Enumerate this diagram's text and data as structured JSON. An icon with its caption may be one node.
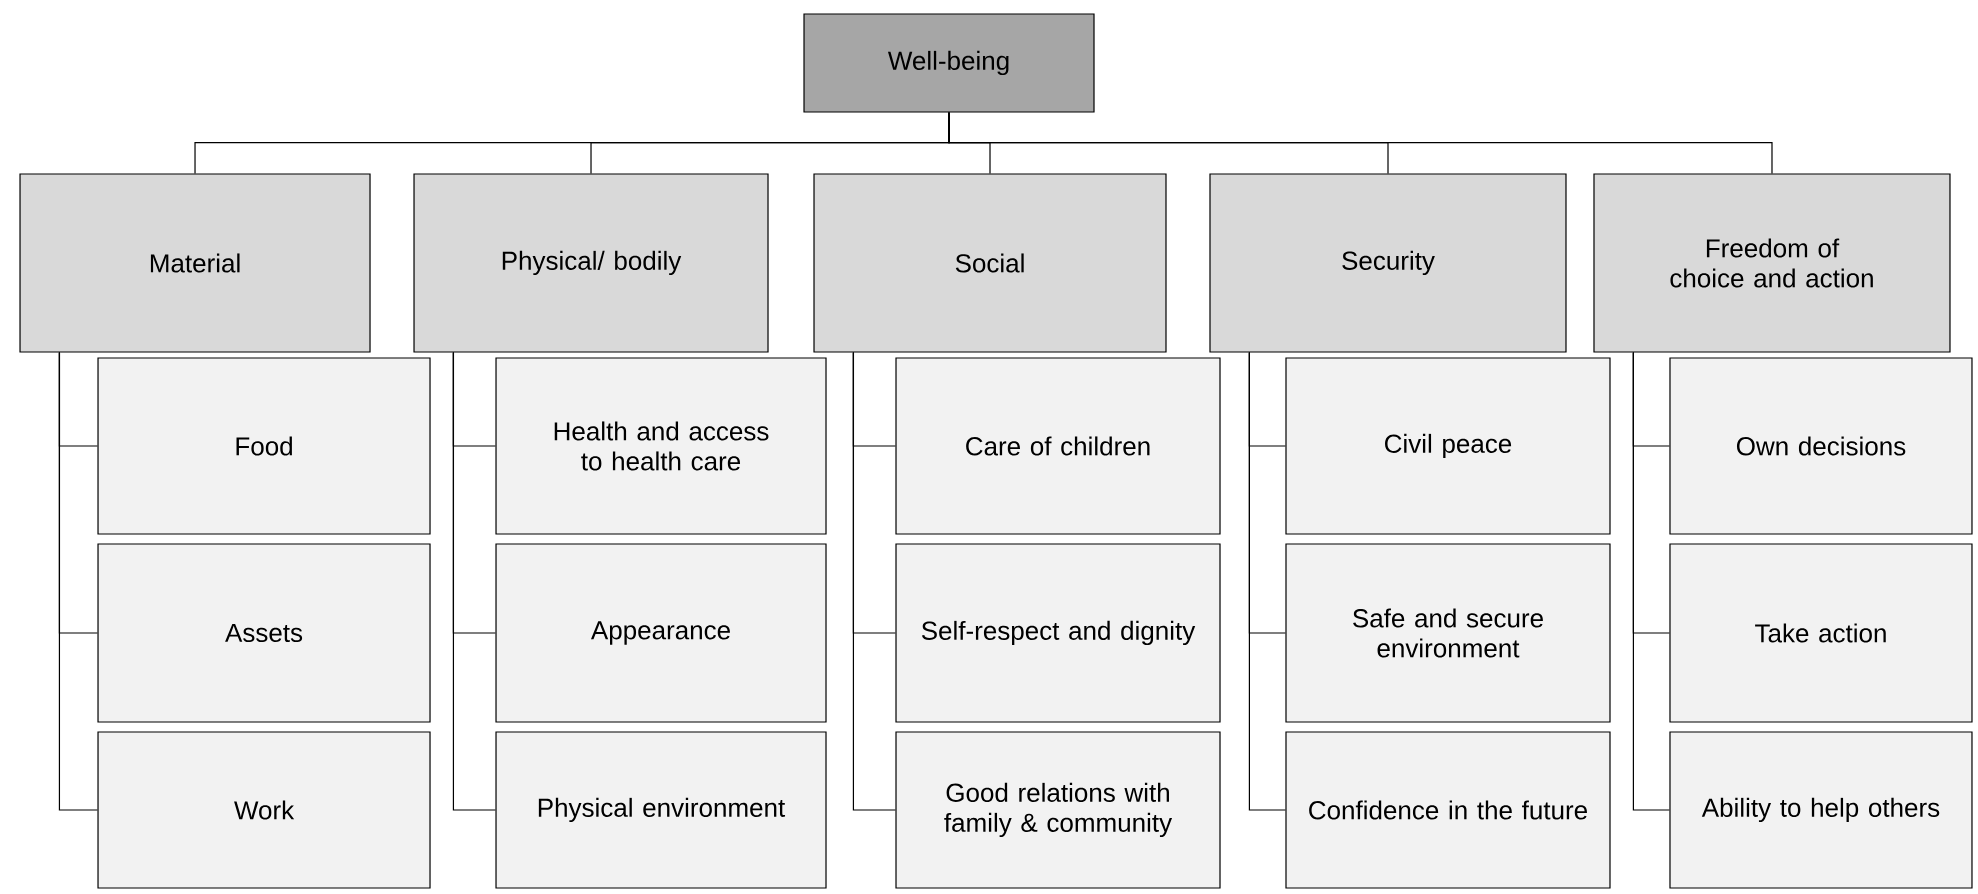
{
  "diagram": {
    "nodes": [
      {
        "text": [
          "Well-being"
        ]
      },
      {
        "text": [
          "Material"
        ]
      },
      {
        "text": [
          "Food"
        ]
      },
      {
        "text": [
          "Assets"
        ]
      },
      {
        "text": [
          "Work"
        ]
      },
      {
        "text": [
          "Physical/ bodily"
        ]
      },
      {
        "text": [
          "Health and access to health care"
        ]
      },
      {
        "text": [
          "Appearance"
        ]
      },
      {
        "text": [
          "Physical environment"
        ]
      },
      {
        "text": [
          "Social"
        ]
      },
      {
        "text": [
          "Care of children"
        ]
      },
      {
        "text": [
          "Self-respect and dignity"
        ]
      },
      {
        "text": [
          "Good relations with family & community"
        ]
      },
      {
        "text": [
          "Security"
        ]
      },
      {
        "text": [
          "Civil peace"
        ]
      },
      {
        "text": [
          "Safe and secure environment"
        ]
      },
      {
        "text": [
          "Confidence in the future"
        ]
      },
      {
        "text": [
          "Freedom of choice and action"
        ]
      },
      {
        "text": [
          "Own decisions"
        ]
      },
      {
        "text": [
          "Take action"
        ]
      },
      {
        "text": [
          "Ability to help others"
        ]
      }
    ],
    "edges": [
      {
        "from": 0,
        "to": 1,
        "arrow": "none"
      },
      {
        "from": 0,
        "to": 5,
        "arrow": "none"
      },
      {
        "from": 0,
        "to": 9,
        "arrow": "none"
      },
      {
        "from": 0,
        "to": 13,
        "arrow": "none"
      },
      {
        "from": 0,
        "to": 17,
        "arrow": "none"
      },
      {
        "from": 1,
        "to": 2,
        "arrow": "none"
      },
      {
        "from": 1,
        "to": 3,
        "arrow": "none"
      },
      {
        "from": 1,
        "to": 4,
        "arrow": "none"
      },
      {
        "from": 5,
        "to": 6,
        "arrow": "none"
      },
      {
        "from": 5,
        "to": 7,
        "arrow": "none"
      },
      {
        "from": 5,
        "to": 8,
        "arrow": "none"
      },
      {
        "from": 9,
        "to": 10,
        "arrow": "none"
      },
      {
        "from": 9,
        "to": 11,
        "arrow": "none"
      },
      {
        "from": 9,
        "to": 12,
        "arrow": "none"
      },
      {
        "from": 13,
        "to": 14,
        "arrow": "none"
      },
      {
        "from": 13,
        "to": 15,
        "arrow": "none"
      },
      {
        "from": 13,
        "to": 16,
        "arrow": "none"
      },
      {
        "from": 17,
        "to": 18,
        "arrow": "none"
      },
      {
        "from": 17,
        "to": 19,
        "arrow": "none"
      },
      {
        "from": 17,
        "to": 20,
        "arrow": "none"
      }
    ]
  }
}
